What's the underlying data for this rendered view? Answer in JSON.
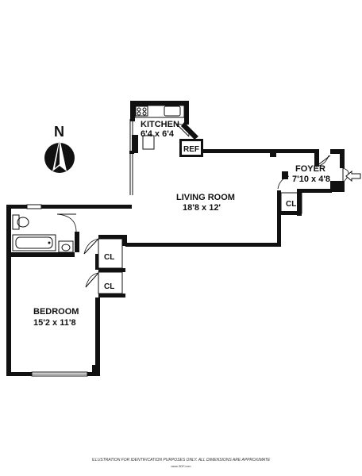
{
  "compass": {
    "label": "N"
  },
  "rooms": {
    "kitchen": {
      "name": "KITCHEN",
      "dims": "6'4 x 6'4"
    },
    "ref": {
      "name": "REF"
    },
    "living": {
      "name": "LIVING ROOM",
      "dims": "18'8 x 12'"
    },
    "foyer": {
      "name": "FOYER",
      "dims": "7'10 x 4'8"
    },
    "bedroom": {
      "name": "BEDROOM",
      "dims": "15'2 x 11'8"
    },
    "closets": [
      "CL",
      "CL",
      "CL"
    ]
  },
  "footer": {
    "disclaimer": "ILLUSTRATION FOR IDENTIFICATION PURPOSES ONLY. ALL DIMENSIONS ARE APPROXIMATE",
    "credit": "www.3DF.com"
  }
}
